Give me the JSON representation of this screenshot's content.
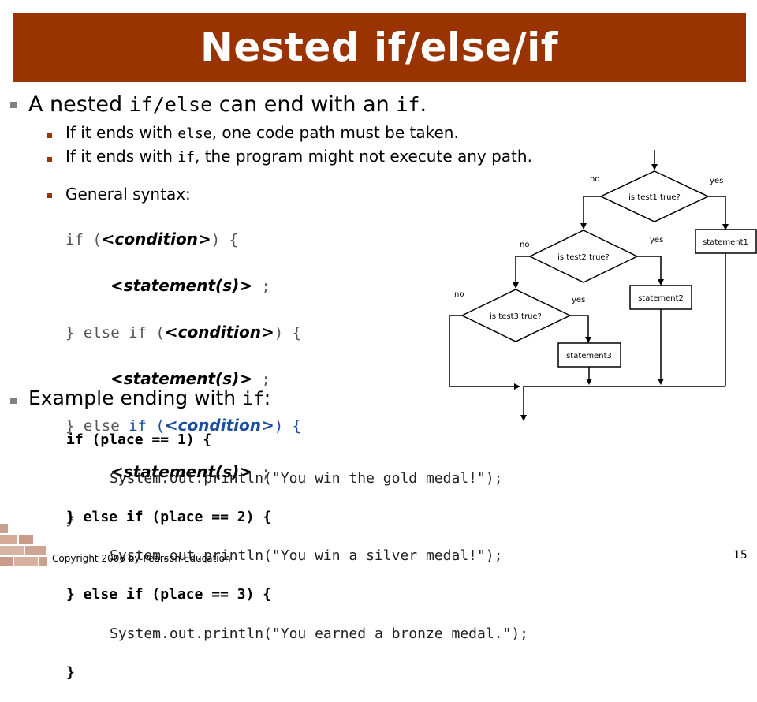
{
  "title": "Nested if/else/if",
  "bullet1": {
    "pre": "A nested ",
    "code1": "if/else",
    "mid": " can end with an ",
    "code2": "if",
    "post": "."
  },
  "sub1": {
    "pre": "If it ends with ",
    "code": "else",
    "post": ", one code path must be taken."
  },
  "sub2": {
    "pre": "If it ends with ",
    "code": "if",
    "post": ", the program might not execute any path."
  },
  "syntax": {
    "label": "General syntax:",
    "if_kw": "if (",
    "cond": "<condition>",
    "close_brace": ") {",
    "stmt": "<statement(s)>",
    "semi": " ;",
    "elseif_kw": "} else if (",
    "else_kw": "} else ",
    "if_blue": "if (",
    "end": "}"
  },
  "example": {
    "label_pre": "Example ending with ",
    "label_code": "if",
    "label_post": ":",
    "lines": [
      "if (place == 1) {",
      "System.out.println(\"You win the gold medal!\");",
      "} else if (place == 2) {",
      "System.out.println(\"You win a silver medal!\");",
      "} else if (place == 3) {",
      "System.out.println(\"You earned a bronze medal.\");",
      "}"
    ]
  },
  "flowchart": {
    "test1": "is test1 true?",
    "test2": "is test2 true?",
    "test3": "is test3 true?",
    "statement1": "statement1",
    "statement2": "statement2",
    "statement3": "statement3",
    "yes": "yes",
    "no": "no"
  },
  "footer": "Copyright 2006 by Pearson Education",
  "page_number": "15",
  "colors": {
    "title_bg": "#993300",
    "bullet_l1": "#808080",
    "bullet_l2": "#993300",
    "blue": "#1a4fa0"
  }
}
